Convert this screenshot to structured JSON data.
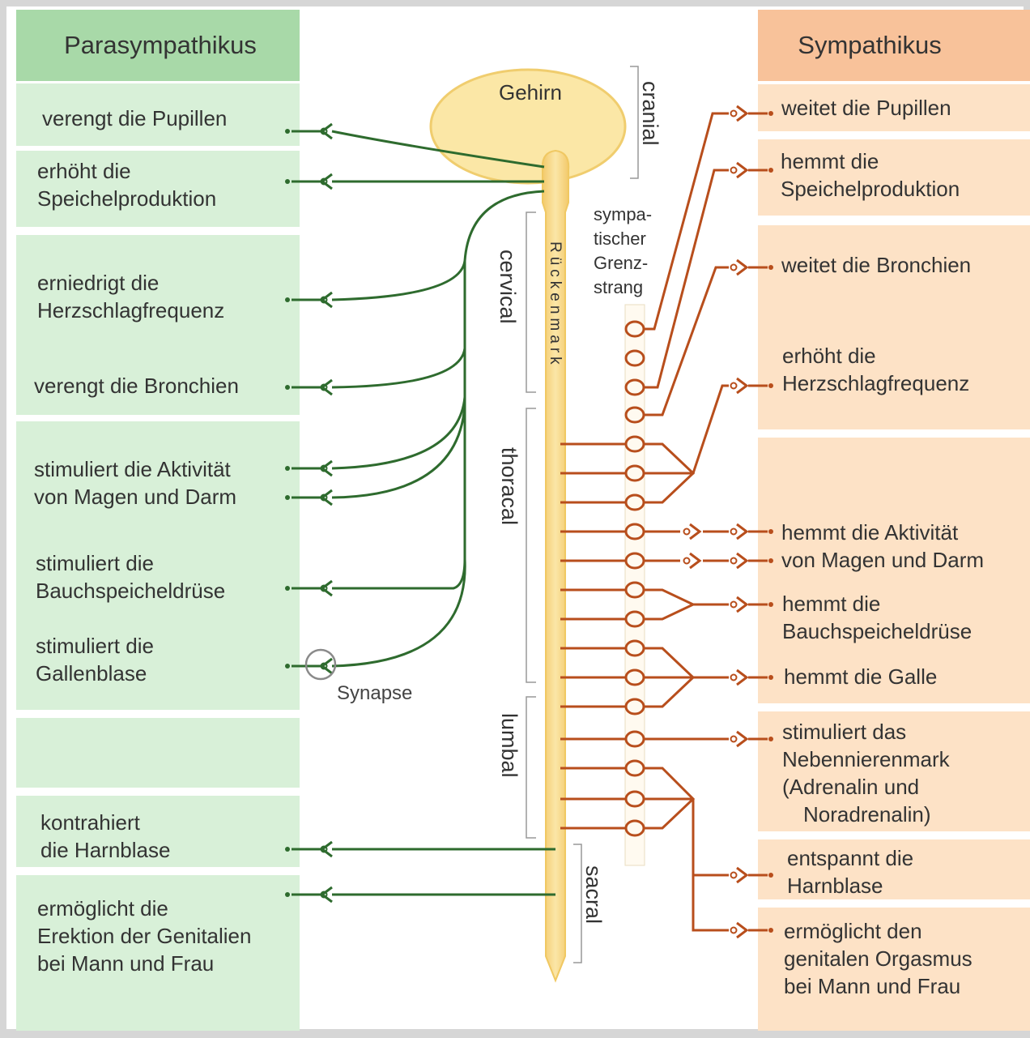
{
  "colors": {
    "para_bg": "#d8f0d8",
    "para_header": "#a8d9a8",
    "symp_bg": "#fde2c6",
    "symp_header": "#f8c29a",
    "green_nerve": "#2e6b2e",
    "orange_nerve": "#b84e1c",
    "spine": "#f8dc8c",
    "brain": "#fbe7a6"
  },
  "headers": {
    "para": "Parasympathikus",
    "symp": "Sympathikus"
  },
  "para_items": [
    [
      "verengt die Pupillen"
    ],
    [
      "erhöht die",
      "Speichelproduktion"
    ],
    [
      "erniedrigt die",
      "Herzschlagfrequenz"
    ],
    [
      "verengt die Bronchien"
    ],
    [
      "stimuliert die Aktivität",
      "von Magen und Darm"
    ],
    [
      "stimuliert die",
      "Bauchspeicheldrüse"
    ],
    [
      "stimuliert die",
      "Gallenblase"
    ],
    [
      "kontrahiert",
      "die Harnblase"
    ],
    [
      "ermöglicht die",
      "Erektion der Genitalien",
      "bei Mann und Frau"
    ]
  ],
  "symp_items": [
    [
      "weitet die Pupillen"
    ],
    [
      "hemmt die",
      "Speichelproduktion"
    ],
    [
      "weitet die Bronchien"
    ],
    [
      "erhöht die",
      "Herzschlagfrequenz"
    ],
    [
      "hemmt die Aktivität",
      "von Magen und Darm"
    ],
    [
      "hemmt die",
      "Bauchspeicheldrüse"
    ],
    [
      "hemmt die Galle"
    ],
    [
      "stimuliert das",
      "Nebennierenmark",
      "(Adrenalin und",
      "Noradrenalin)"
    ],
    [
      "entspannt die",
      "Harnblase"
    ],
    [
      "ermöglicht den",
      "genitalen Orgasmus",
      "bei Mann und Frau"
    ]
  ],
  "center": {
    "brain": "Gehirn",
    "spinal_cord": "Rückenmark",
    "regions": {
      "cranial": "cranial",
      "cervical": "cervical",
      "thoracal": "thoracal",
      "lumbal": "lumbal",
      "sacral": "sacral"
    },
    "trunk_label": [
      "sympa-",
      "tischer",
      "Grenz-",
      "strang"
    ],
    "synapse": "Synapse"
  }
}
